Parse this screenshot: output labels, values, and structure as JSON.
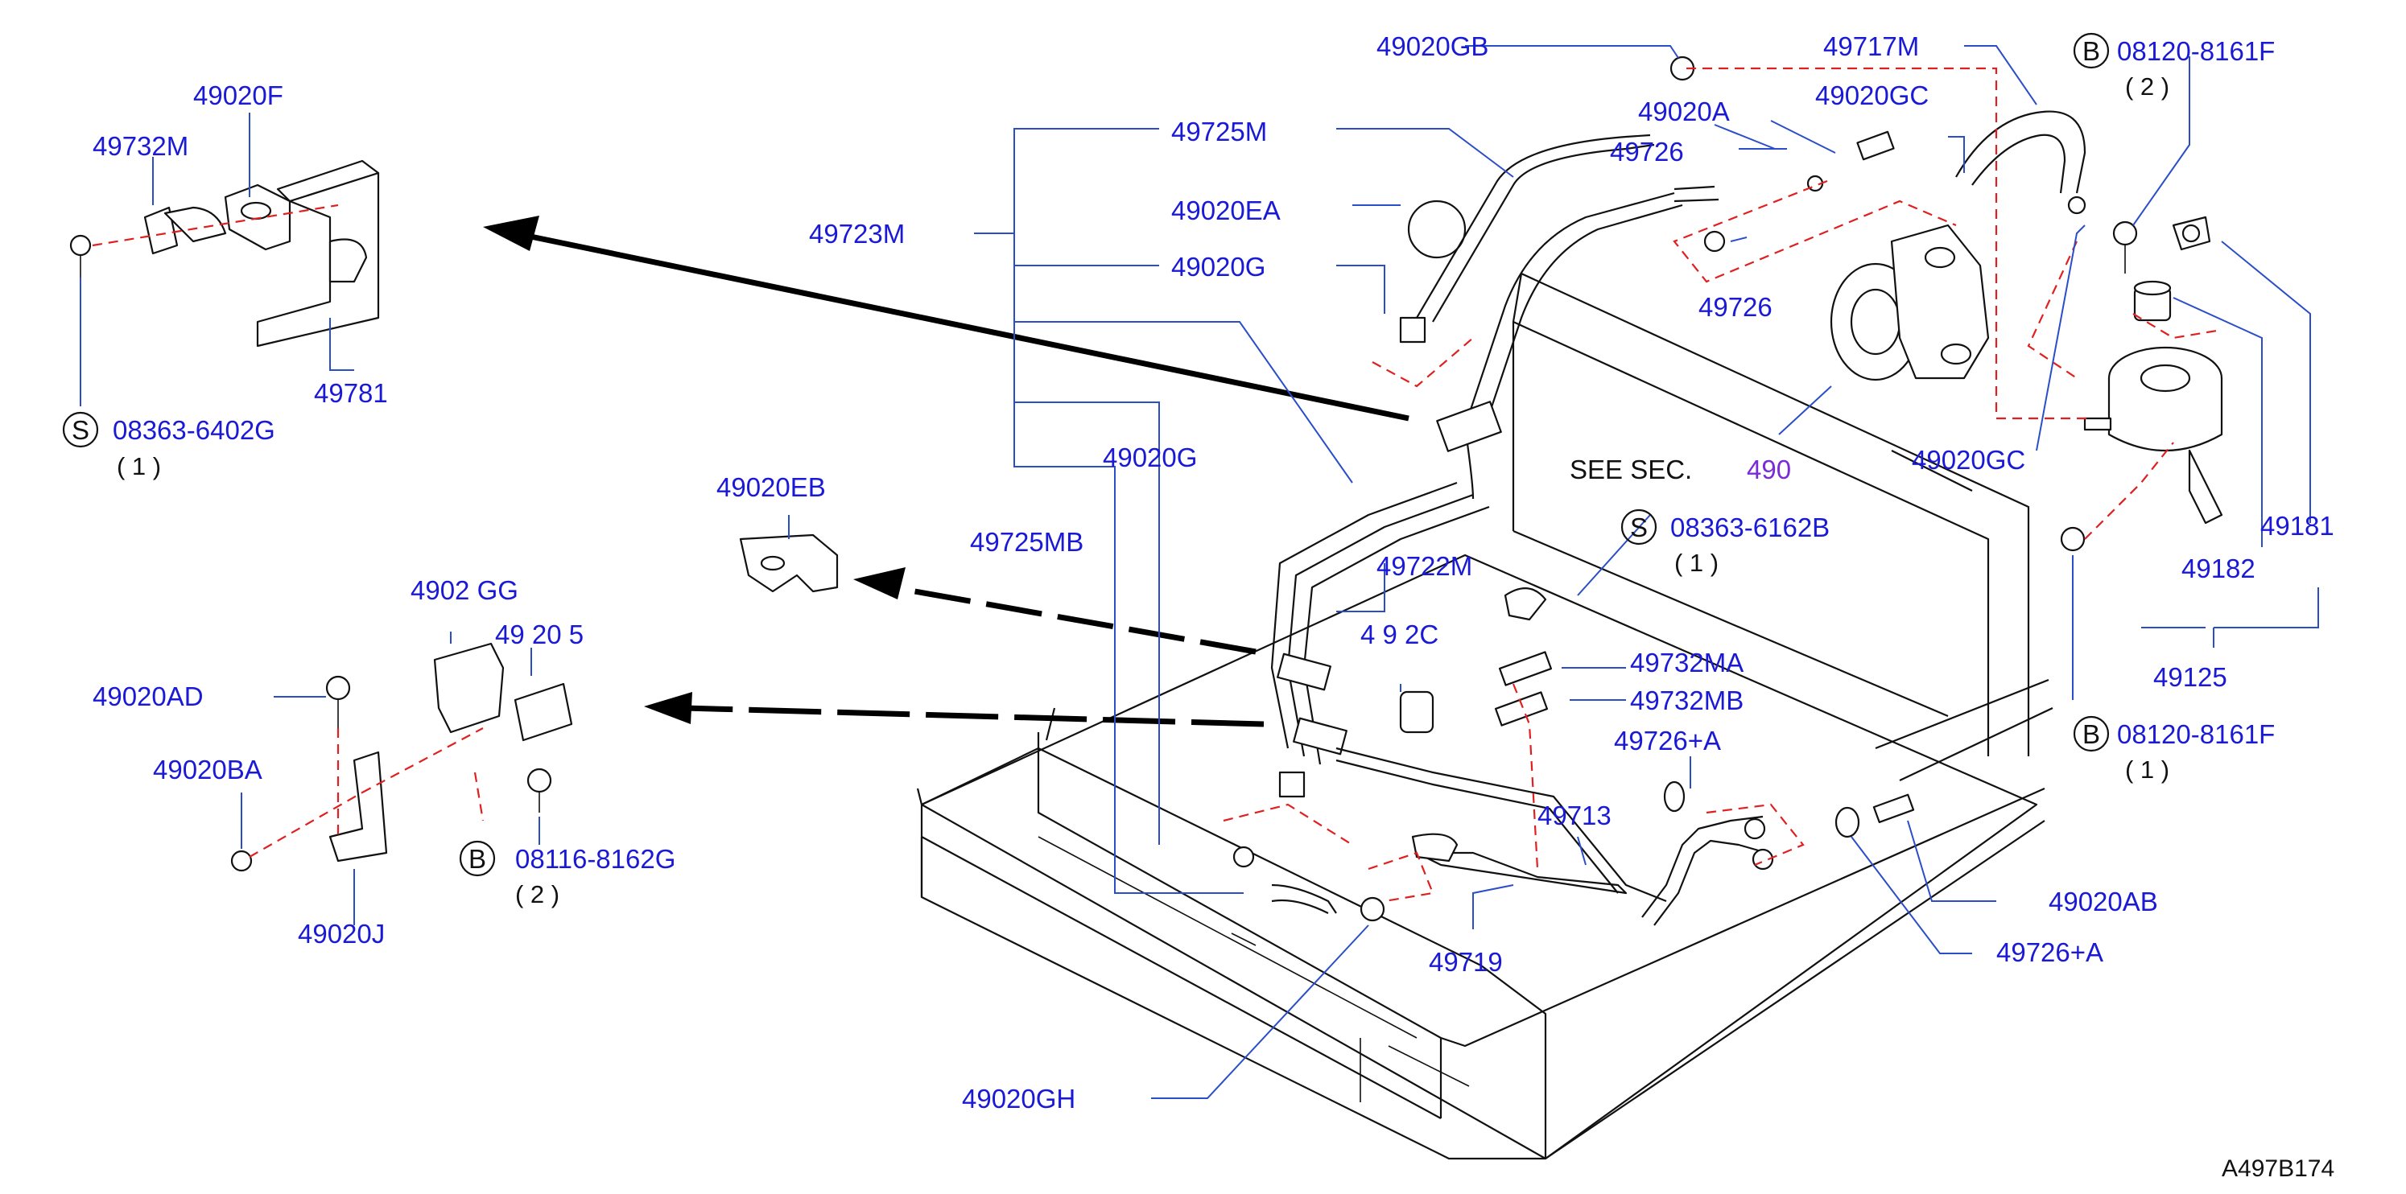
{
  "diagram": {
    "labels": {
      "p49020gb": "49020GB",
      "p49717m": "49717M",
      "p49020a": "49020A",
      "p49020gc_top": "49020GC",
      "p49726_a": "49726",
      "p49726_b": "49726",
      "p49725m": "49725M",
      "p49020ea": "49020EA",
      "p49723m": "49723M",
      "p49020g_a": "49020G",
      "p49020g_b": "49020G",
      "p49020gc_right": "49020GC",
      "p49181": "49181",
      "p49182": "49182",
      "p49125": "49125",
      "p49020f": "49020F",
      "p49732m": "49732M",
      "p49781": "49781",
      "p49020eb": "49020EB",
      "p49725mb": "49725MB",
      "p49722m": "49722M",
      "p49020gg_partial": "4902 GG",
      "p49020ec_partial": "49 20 5",
      "p49020gd_partial": "4 9 2C",
      "p49020ad": "49020AD",
      "p49020ba": "49020BA",
      "p49020j": "49020J",
      "p49732ma": "49732MA",
      "p49732mb": "49732MB",
      "p49726a_top": "49726+A",
      "p49726a_bottom": "49726+A",
      "p49713": "49713",
      "p49020ab": "49020AB",
      "p49719": "49719",
      "p49020gh": "49020GH",
      "bolt_08120_8161f_top": "08120-8161F",
      "bolt_08120_8161f_bottom": "08120-8161F",
      "screw_08363_6402g": "08363-6402G",
      "screw_08363_6162b": "08363-6162B",
      "bolt_08116_8162g": "08116-8162G",
      "qty_top_b": "( 2 )",
      "qty_bottom_b": "( 1 )",
      "qty_08363_6402g": "( 1 )",
      "qty_08363_6162b": "( 1 )",
      "qty_08116_8162g": "( 2 )",
      "see_sec": "SEE  SEC.",
      "see_sec_num": "490",
      "code_b": "B",
      "code_s": "S",
      "diagram_id": "A497B174"
    },
    "colors": {
      "label": "#1a1ad6",
      "section_ref": "#7a2ad6",
      "leader": "#2a4ec8",
      "dashed_guide": "#e02020",
      "outline": "#111111"
    }
  }
}
